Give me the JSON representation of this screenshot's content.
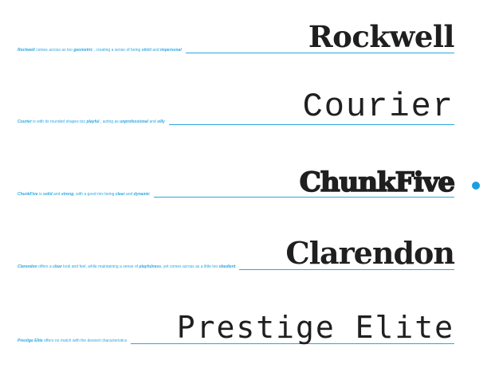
{
  "colors": {
    "accent": "#29a8e0",
    "dot": "#1a9ee0",
    "heading": "#1f1f1f"
  },
  "fonts": [
    {
      "name": "Rockwell",
      "segments": [
        {
          "text": "Rockwell",
          "strong": true
        },
        {
          "text": " comes across as too ",
          "strong": false
        },
        {
          "text": "geometric",
          "strong": true
        },
        {
          "text": " , creating a sense of being ",
          "strong": false
        },
        {
          "text": "strict",
          "strong": true
        },
        {
          "text": " and ",
          "strong": false
        },
        {
          "text": "impersonal",
          "strong": true
        }
      ]
    },
    {
      "name": "Courier",
      "segments": [
        {
          "text": "Courier",
          "strong": true
        },
        {
          "text": " is with its rounded shapes too ",
          "strong": false
        },
        {
          "text": "playful",
          "strong": true
        },
        {
          "text": " , acting as ",
          "strong": false
        },
        {
          "text": "unprofessional",
          "strong": true
        },
        {
          "text": " and ",
          "strong": false
        },
        {
          "text": "silly",
          "strong": true
        }
      ]
    },
    {
      "name": "ChunkFive",
      "segments": [
        {
          "text": "ChunkFive",
          "strong": true
        },
        {
          "text": " is ",
          "strong": false
        },
        {
          "text": "solid",
          "strong": true
        },
        {
          "text": " and ",
          "strong": false
        },
        {
          "text": "strong",
          "strong": true
        },
        {
          "text": ", with a good mix being ",
          "strong": false
        },
        {
          "text": "clear",
          "strong": true
        },
        {
          "text": " and ",
          "strong": false
        },
        {
          "text": "dynamic",
          "strong": true
        }
      ]
    },
    {
      "name": "Clarendon",
      "segments": [
        {
          "text": "Clarendon",
          "strong": true
        },
        {
          "text": " offers a ",
          "strong": false
        },
        {
          "text": "clear",
          "strong": true
        },
        {
          "text": " look and feel, while maintaining a sense of ",
          "strong": false
        },
        {
          "text": "playfulness",
          "strong": true
        },
        {
          "text": ", yet comes across as a little too ",
          "strong": false
        },
        {
          "text": "obedient",
          "strong": true
        }
      ]
    },
    {
      "name": "Prestige Elite",
      "segments": [
        {
          "text": "Prestige Elite",
          "strong": true
        },
        {
          "text": " offers no match with the desired characteristics",
          "strong": false
        }
      ]
    }
  ]
}
